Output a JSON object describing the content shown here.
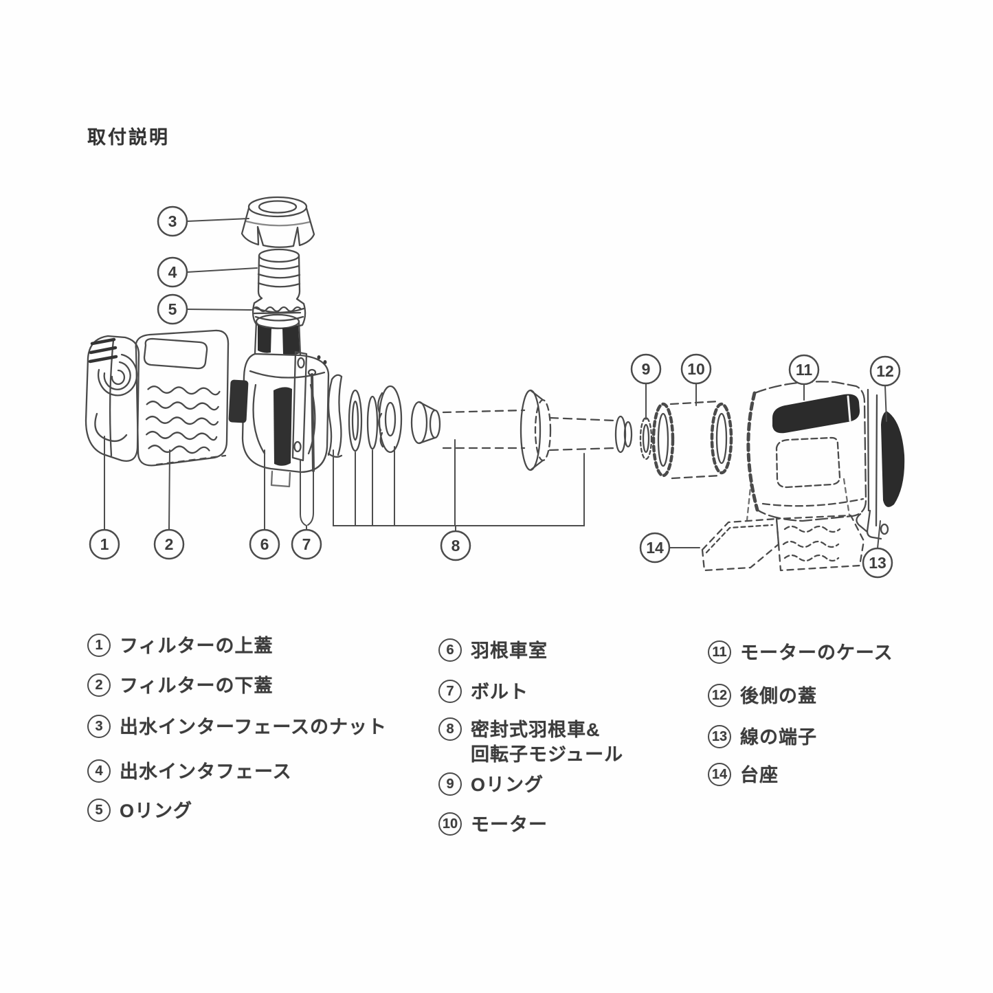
{
  "title": "取付説明",
  "diagram": {
    "callouts": [
      "1",
      "2",
      "3",
      "4",
      "5",
      "6",
      "7",
      "8",
      "9",
      "10",
      "11",
      "12",
      "13",
      "14"
    ]
  },
  "legend": {
    "columns": [
      {
        "items": [
          {
            "num": "1",
            "label": "フィルターの上蓋"
          },
          {
            "num": "2",
            "label": "フィルターの下蓋"
          },
          {
            "num": "3",
            "label": "出水インターフェースのナット"
          },
          {
            "num": "4",
            "label": "出水インタフェース"
          },
          {
            "num": "5",
            "label": "Oリング"
          }
        ]
      },
      {
        "items": [
          {
            "num": "6",
            "label": "羽根車室"
          },
          {
            "num": "7",
            "label": "ボルト"
          },
          {
            "num": "8",
            "label": "密封式羽根車&",
            "label2": "回転子モジュール"
          },
          {
            "num": "9",
            "label": "Oリング"
          },
          {
            "num": "10",
            "label": "モーター"
          }
        ]
      },
      {
        "items": [
          {
            "num": "11",
            "label": "モーターのケース"
          },
          {
            "num": "12",
            "label": "後側の蓋"
          },
          {
            "num": "13",
            "label": "線の端子"
          },
          {
            "num": "14",
            "label": "台座"
          }
        ]
      }
    ]
  }
}
